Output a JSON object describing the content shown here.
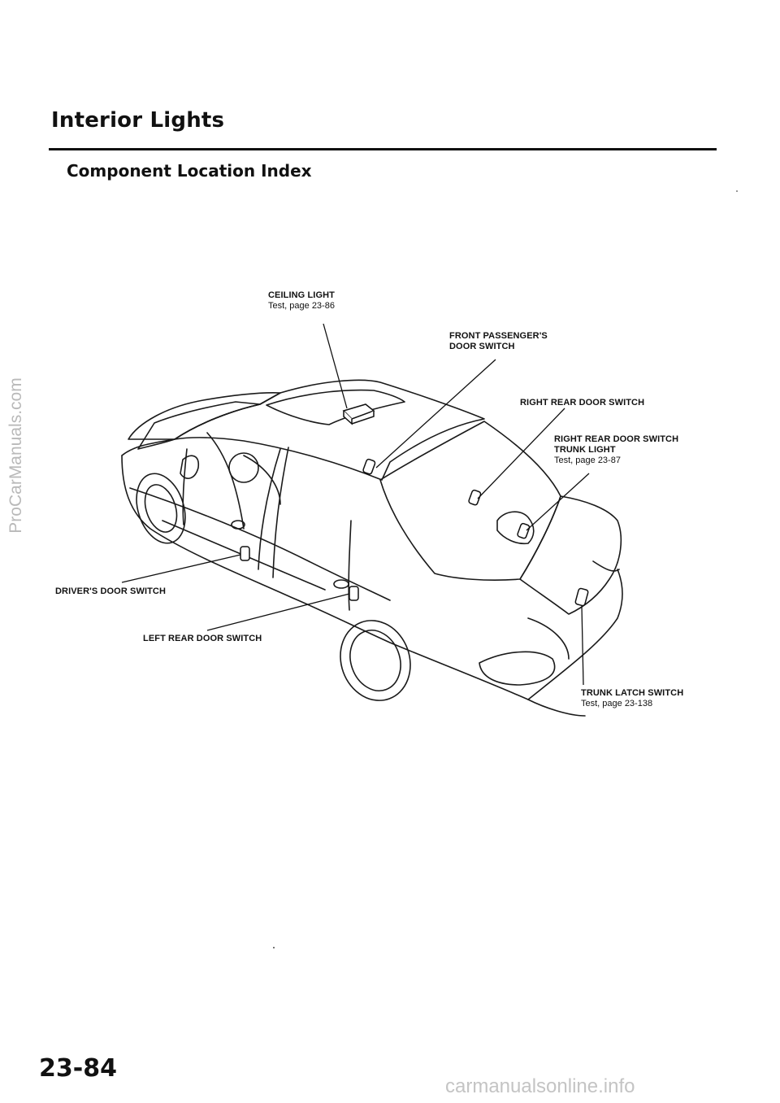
{
  "document": {
    "title": "Interior Lights",
    "section": "Component Location Index",
    "page_number": "23-84"
  },
  "callouts": {
    "ceiling_light": {
      "label": "CEILING LIGHT",
      "ref": "Test, page 23-86"
    },
    "front_passenger_door_switch": {
      "line1": "FRONT PASSENGER'S",
      "line2": "DOOR SWITCH"
    },
    "right_rear_door_switch_upper": {
      "label": "RIGHT REAR DOOR SWITCH"
    },
    "right_rear_door_switch_trunk_light": {
      "line1": "RIGHT REAR DOOR SWITCH",
      "line2": "TRUNK LIGHT",
      "ref": "Test, page 23-87"
    },
    "drivers_door_switch": {
      "label": "DRIVER'S DOOR SWITCH"
    },
    "left_rear_door_switch": {
      "label": "LEFT REAR DOOR SWITCH"
    },
    "trunk_latch_switch": {
      "label": "TRUNK LATCH SWITCH",
      "ref": "Test, page 23-138"
    }
  },
  "watermarks": {
    "side": "ProCarManuals.com",
    "footer": "carmanualsonline.info"
  }
}
